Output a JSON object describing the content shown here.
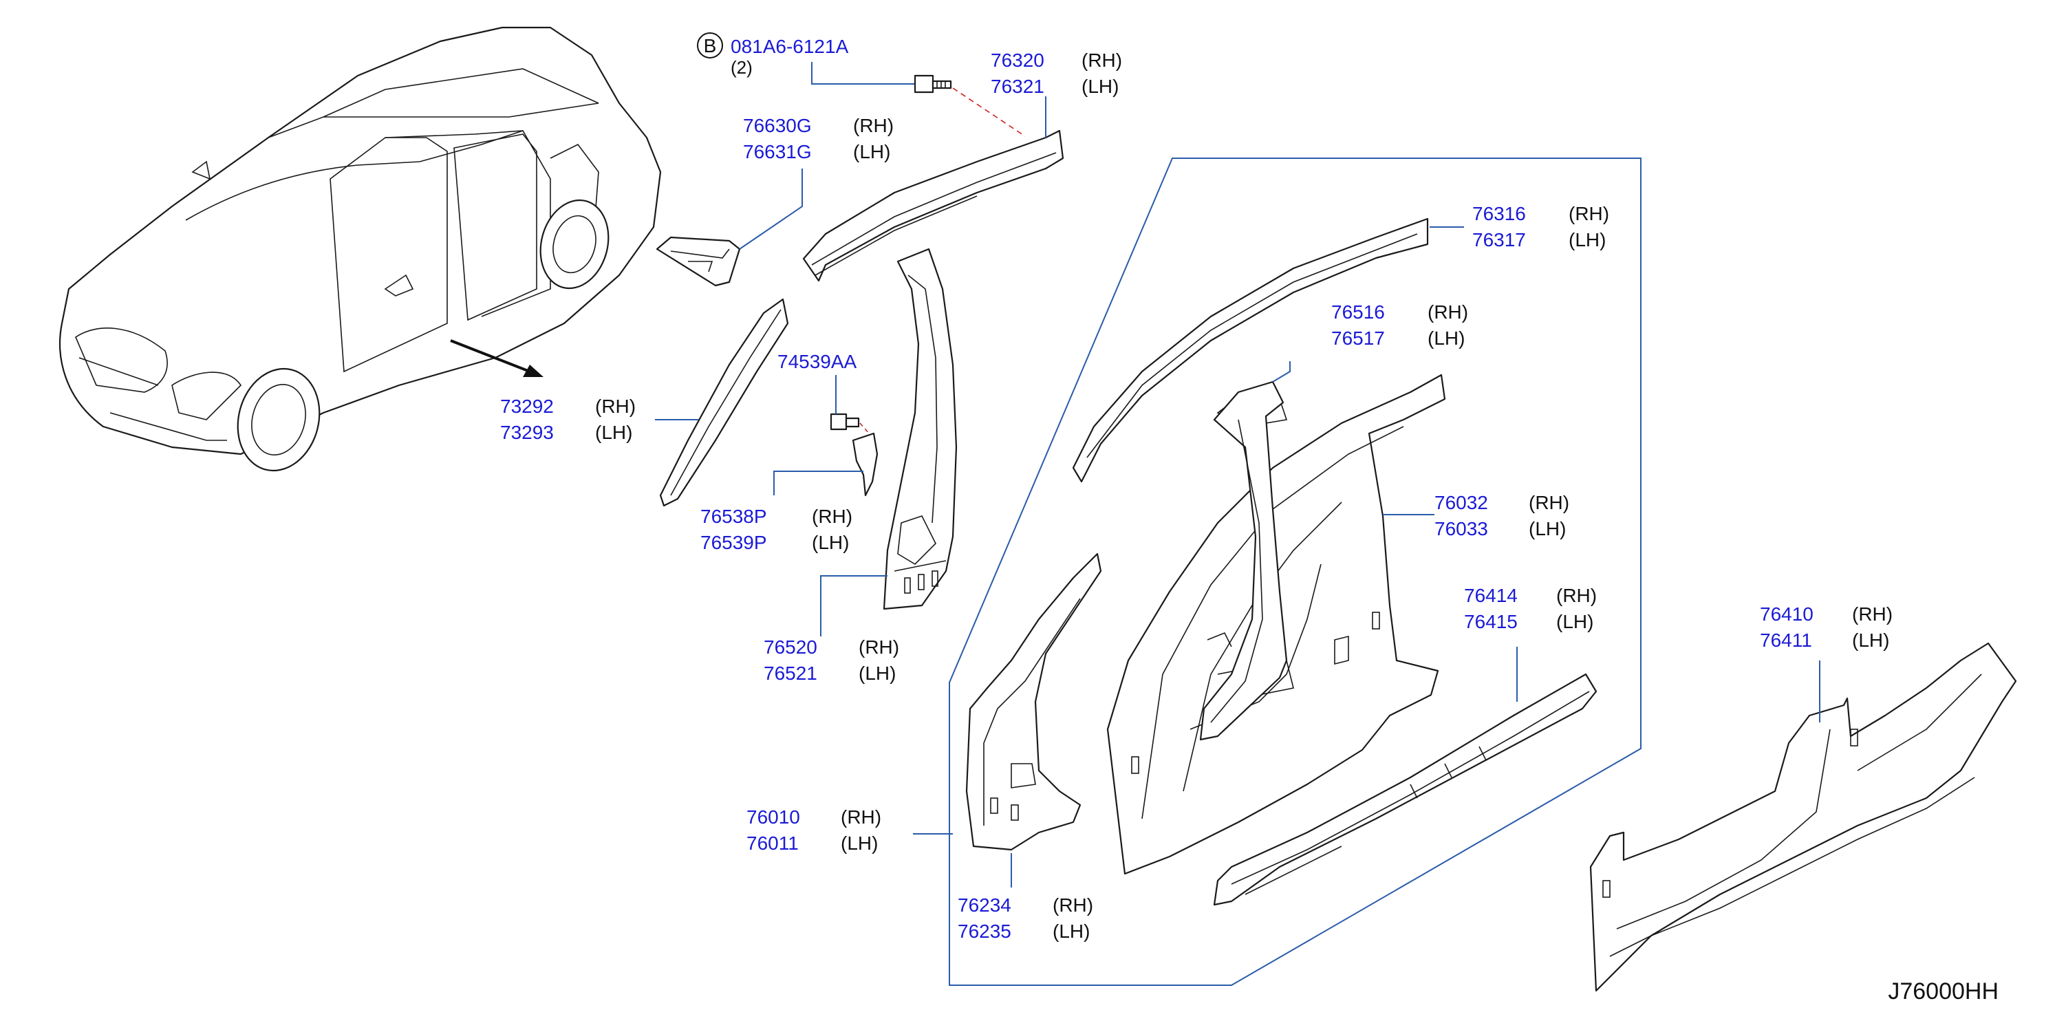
{
  "diagram": {
    "code": "J76000HH",
    "bolt": {
      "symbol": "B",
      "part": "081A6-6121A",
      "qty": "(2)"
    },
    "callouts": [
      {
        "id": "c76320",
        "rh": "76320",
        "lh": "76321",
        "rh_side": "(RH)",
        "lh_side": "(LH)"
      },
      {
        "id": "c76630",
        "rh": "76630G",
        "lh": "76631G",
        "rh_side": "(RH)",
        "lh_side": "(LH)"
      },
      {
        "id": "c76316",
        "rh": "76316",
        "lh": "76317",
        "rh_side": "(RH)",
        "lh_side": "(LH)"
      },
      {
        "id": "c76516",
        "rh": "76516",
        "lh": "76517",
        "rh_side": "(RH)",
        "lh_side": "(LH)"
      },
      {
        "id": "c74539",
        "single": "74539AA"
      },
      {
        "id": "c73292",
        "rh": "73292",
        "lh": "73293",
        "rh_side": "(RH)",
        "lh_side": "(LH)"
      },
      {
        "id": "c76538",
        "rh": "76538P",
        "lh": "76539P",
        "rh_side": "(RH)",
        "lh_side": "(LH)"
      },
      {
        "id": "c76032",
        "rh": "76032",
        "lh": "76033",
        "rh_side": "(RH)",
        "lh_side": "(LH)"
      },
      {
        "id": "c76414",
        "rh": "76414",
        "lh": "76415",
        "rh_side": "(RH)",
        "lh_side": "(LH)"
      },
      {
        "id": "c76410",
        "rh": "76410",
        "lh": "76411",
        "rh_side": "(RH)",
        "lh_side": "(LH)"
      },
      {
        "id": "c76520",
        "rh": "76520",
        "lh": "76521",
        "rh_side": "(RH)",
        "lh_side": "(LH)"
      },
      {
        "id": "c76010",
        "rh": "76010",
        "lh": "76011",
        "rh_side": "(RH)",
        "lh_side": "(LH)"
      },
      {
        "id": "c76234",
        "rh": "76234",
        "lh": "76235",
        "rh_side": "(RH)",
        "lh_side": "(LH)"
      }
    ]
  }
}
